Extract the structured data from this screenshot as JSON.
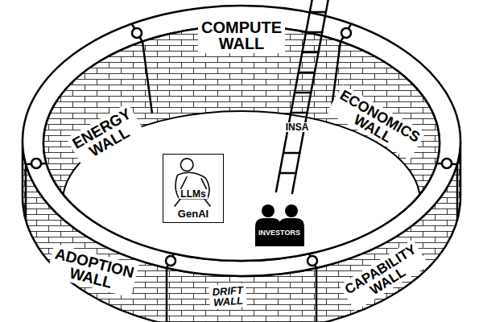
{
  "diagram": {
    "nodes": [
      {
        "text": [
          "COMPUTE WALL"
        ]
      },
      {
        "text": [
          "ECONOMICS WALL"
        ]
      },
      {
        "text": [
          "ENERGY WALL"
        ]
      },
      {
        "text": [
          "LLMs",
          "GenAI"
        ]
      },
      {
        "text": [
          "ADOPTION WALL"
        ]
      },
      {
        "text": [
          "CAPABILITY WALL"
        ]
      },
      {
        "text": [
          "DRIFT WALL"
        ]
      }
    ],
    "labels": [
      "INSA",
      "INVESTORS"
    ]
  }
}
